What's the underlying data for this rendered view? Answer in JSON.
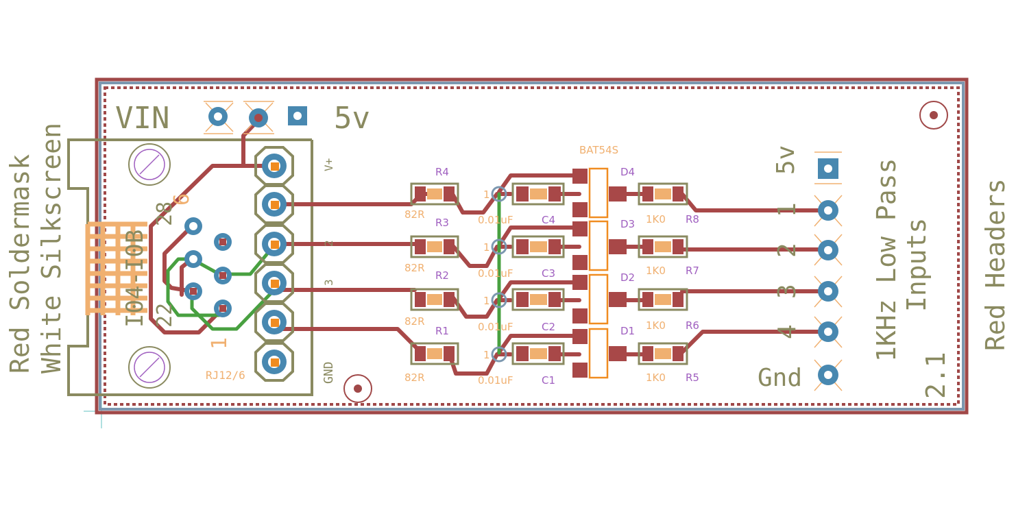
{
  "labels": {
    "left_line1": "Red Soldermask",
    "left_line2": "White Silkscreen",
    "right_side": "Red Headers",
    "title_line1": "1KHz Low Pass",
    "title_line2": "Inputs",
    "version": "2.1",
    "vin": "VIN",
    "v5_top": "5v",
    "v5_right": "5v",
    "gnd_right": "Gnd",
    "connector_part": "I04-I0B",
    "connector_pin28": "28",
    "connector_pin22": "22",
    "rj12": "RJ12/6",
    "pin_mark_1": "1",
    "pin_mark_6": "6",
    "header_vplus": "V+",
    "header_gnd": "GND",
    "header_2": "2",
    "header_3": "3",
    "diode_part": "BAT54S",
    "cap_pin_mark": "1"
  },
  "input_numbers": [
    "1",
    "2",
    "3",
    "4"
  ],
  "channels": [
    {
      "r_in": "R4",
      "r_in_val": "82R",
      "cap": "C4",
      "cap_val": "0.01uF",
      "diode": "D4",
      "r_out": "R8",
      "r_out_val": "1K0"
    },
    {
      "r_in": "R3",
      "r_in_val": "82R",
      "cap": "C3",
      "cap_val": "0.01uF",
      "diode": "D3",
      "r_out": "R7",
      "r_out_val": "1K0"
    },
    {
      "r_in": "R2",
      "r_in_val": "82R",
      "cap": "C2",
      "cap_val": "0.01uF",
      "diode": "D2",
      "r_out": "R6",
      "r_out_val": "1K0"
    },
    {
      "r_in": "R1",
      "r_in_val": "82R",
      "cap": "C1",
      "cap_val": "0.01uF",
      "diode": "D1",
      "r_out": "R5",
      "r_out_val": "1K0"
    }
  ],
  "colors": {
    "board_outline": "#7c98b0",
    "soldermask": "#a04848",
    "trace_top": "#a84848",
    "trace_bottom": "#48a040",
    "pad": "#4888b0",
    "silkscreen": "#8a8a60",
    "pad_copper": "#f08c20"
  }
}
